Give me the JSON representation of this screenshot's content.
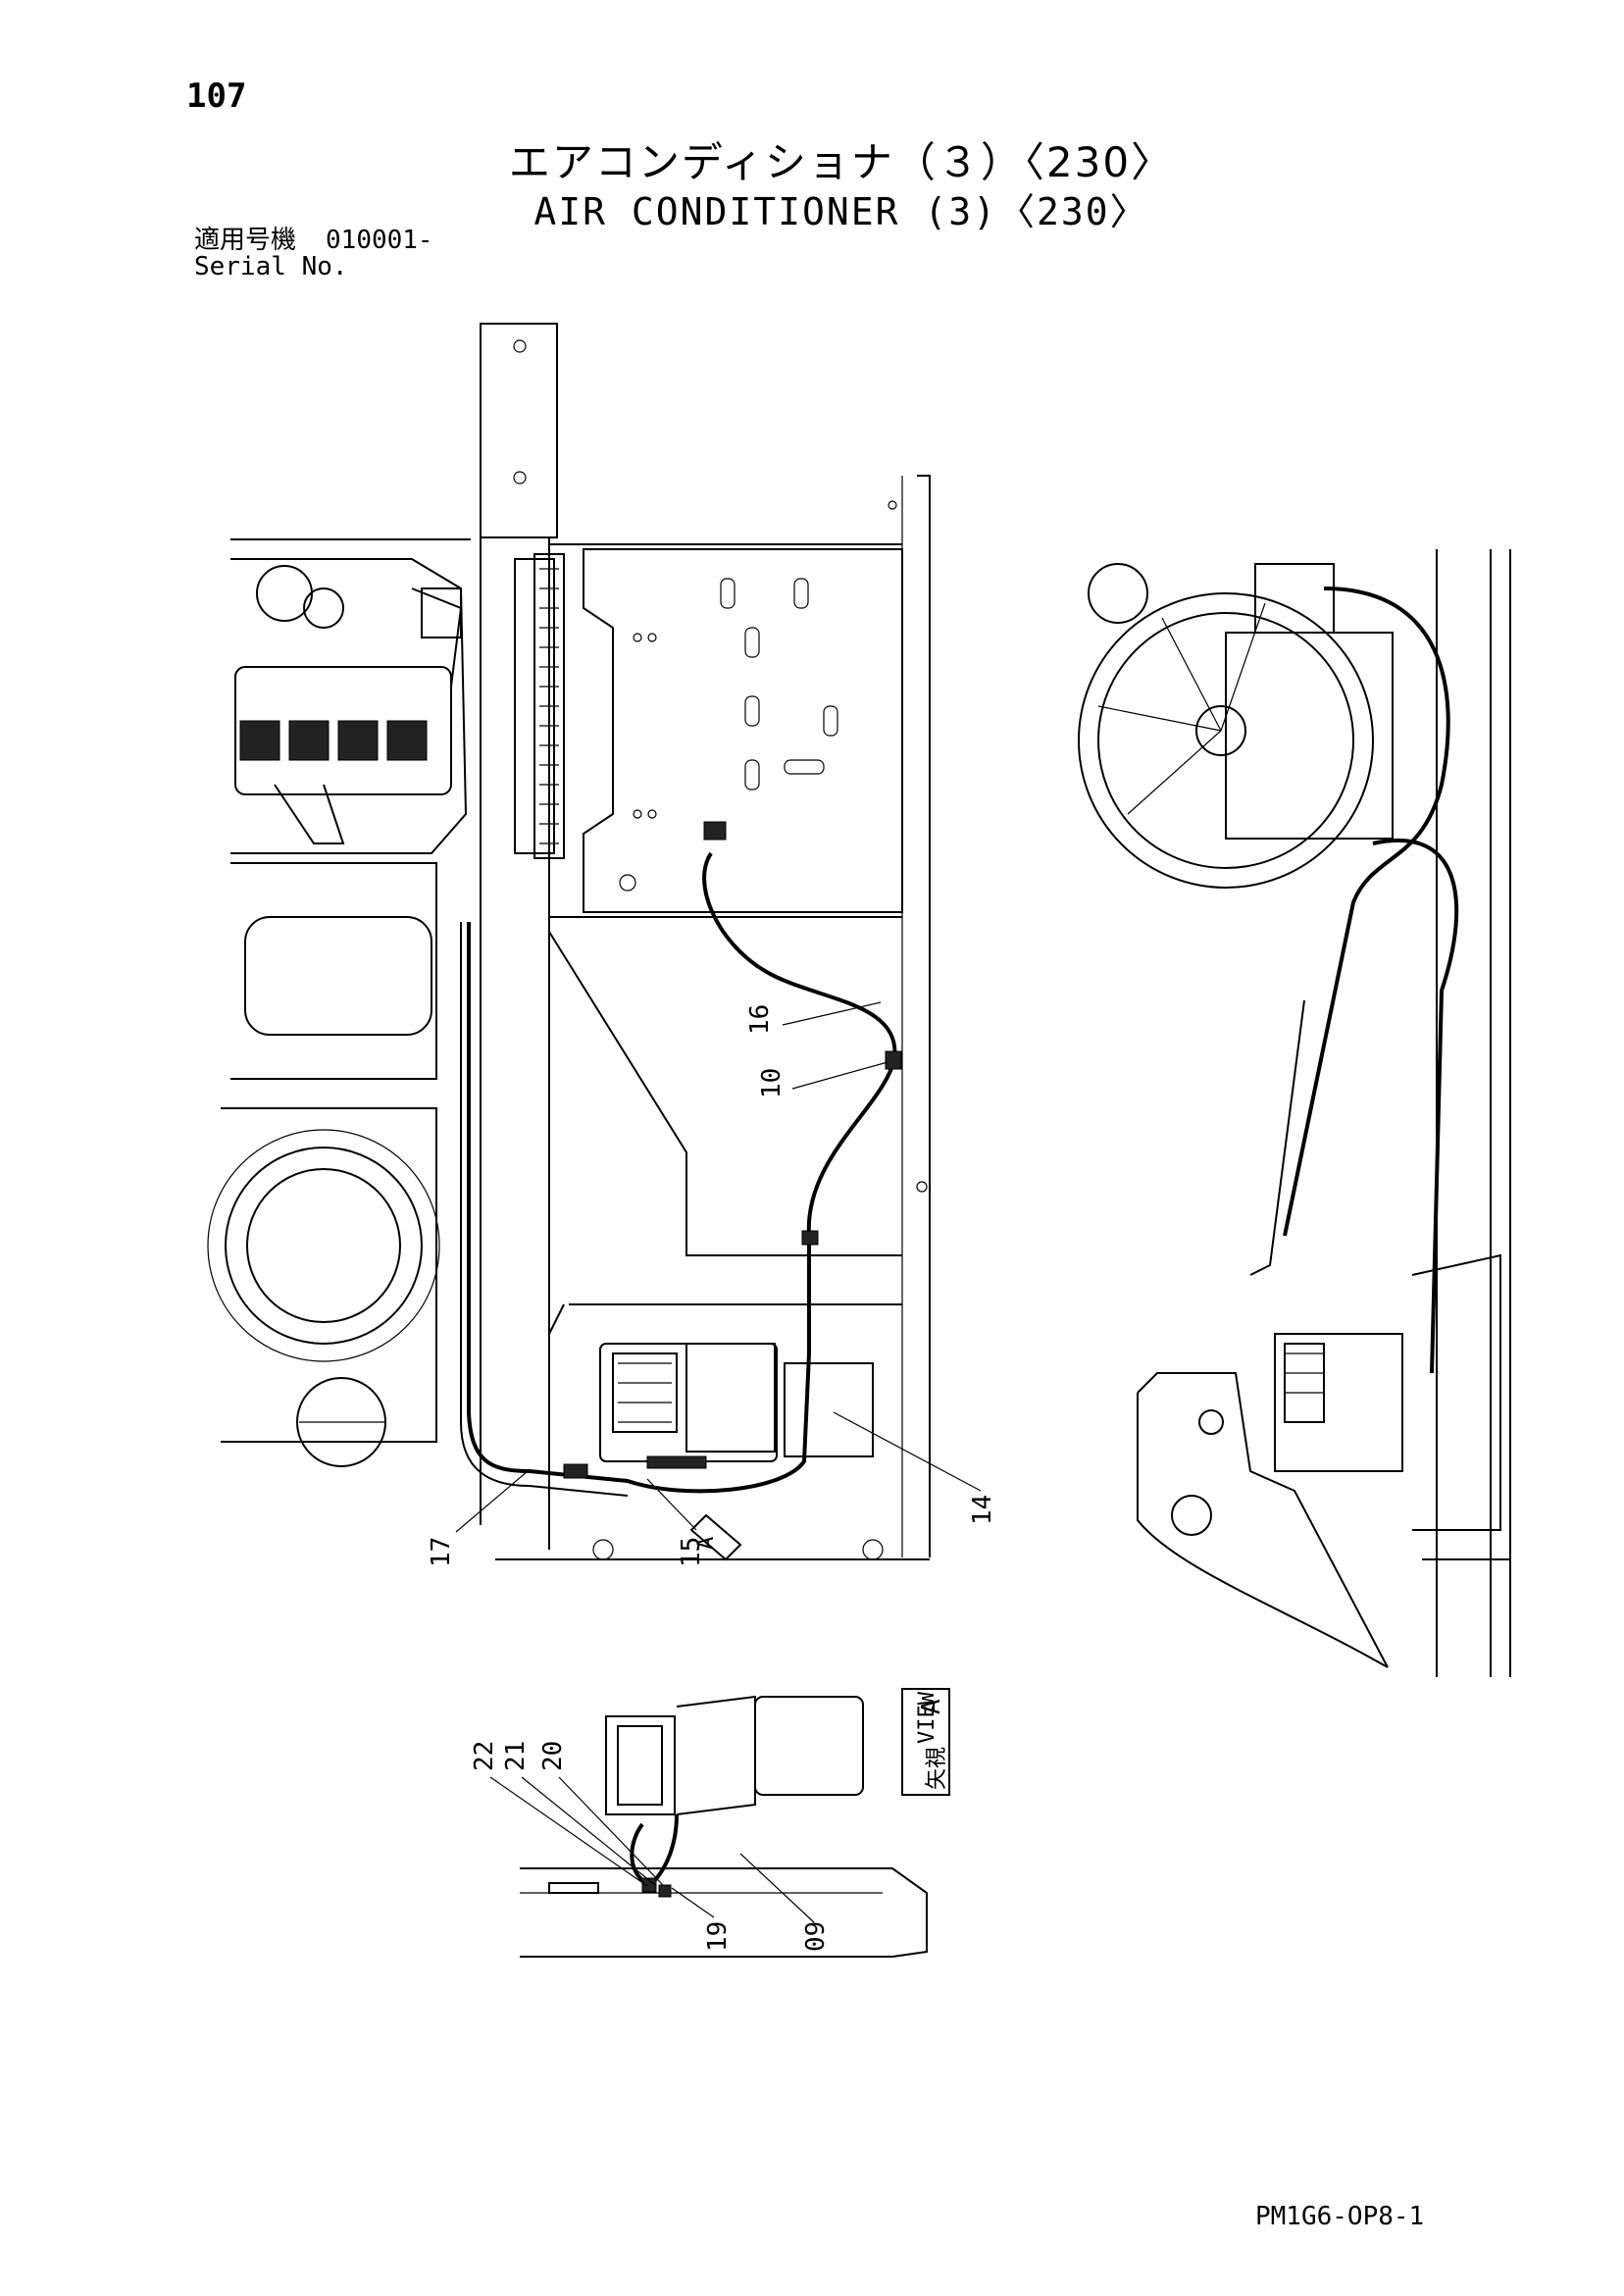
{
  "page": {
    "number": "107",
    "title_ja": "エアコンディショナ（３）〈230〉",
    "title_en": "AIR CONDITIONER (3)〈230〉",
    "serial_label_ja": "適用号機",
    "serial_label_en": "Serial No.",
    "serial_value": "010001-",
    "figure_code": "PM1G6-OP8-1"
  },
  "callouts": {
    "c16": "16",
    "c10": "10",
    "c14": "14",
    "c15": "15",
    "c17": "17",
    "c22": "22",
    "c21": "21",
    "c20": "20",
    "c19": "19",
    "c09": "09"
  },
  "view_markers": {
    "arrow_letter": "A",
    "view_kanji": "矢視",
    "view_word": "VIEW",
    "view_letter": "A"
  }
}
